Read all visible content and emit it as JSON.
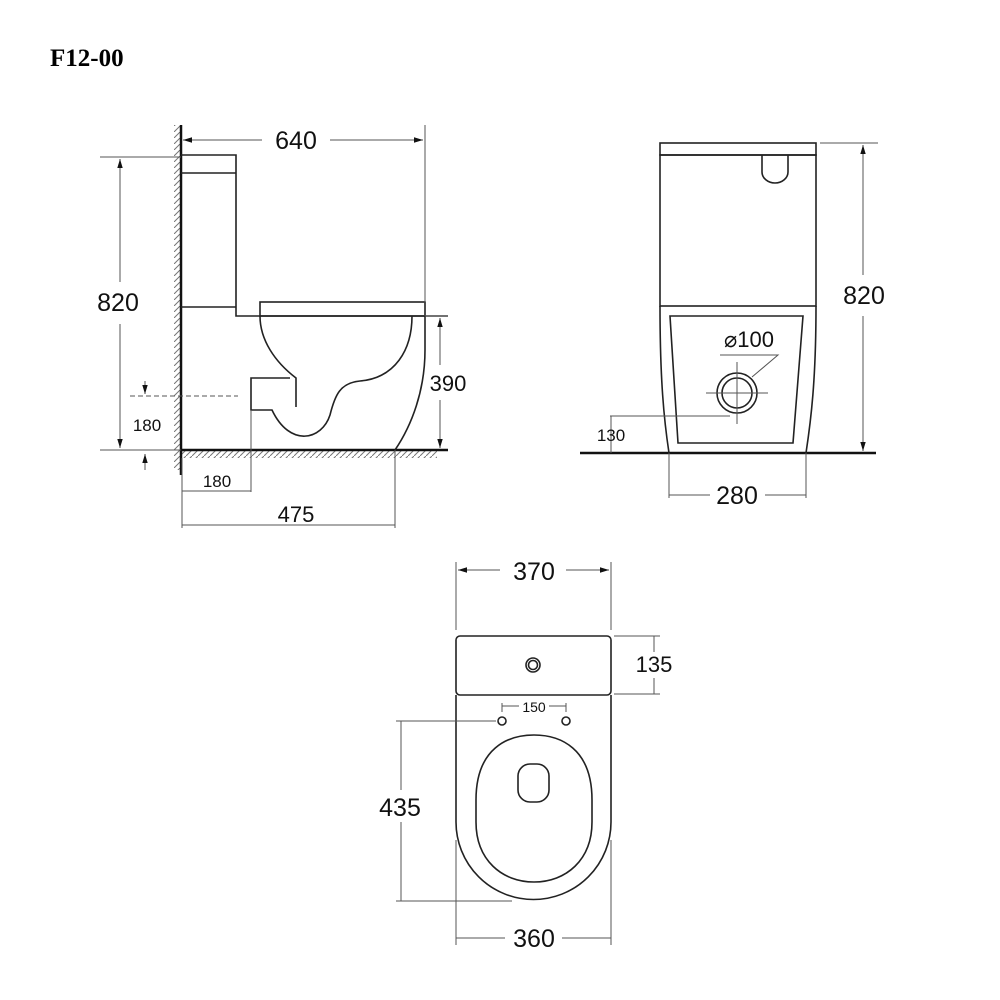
{
  "title": "F12-00",
  "side_view": {
    "overall_depth": "640",
    "overall_height": "820",
    "seat_height": "390",
    "outlet_height": "180",
    "outlet_distance": "180",
    "floor_depth": "475"
  },
  "front_view": {
    "overall_height": "820",
    "outlet_diameter": "⌀100",
    "outlet_center_height": "130",
    "base_width": "280"
  },
  "top_view": {
    "tank_width": "370",
    "tank_depth": "135",
    "hinge_spacing": "150",
    "bowl_length": "435",
    "bowl_width": "360"
  }
}
